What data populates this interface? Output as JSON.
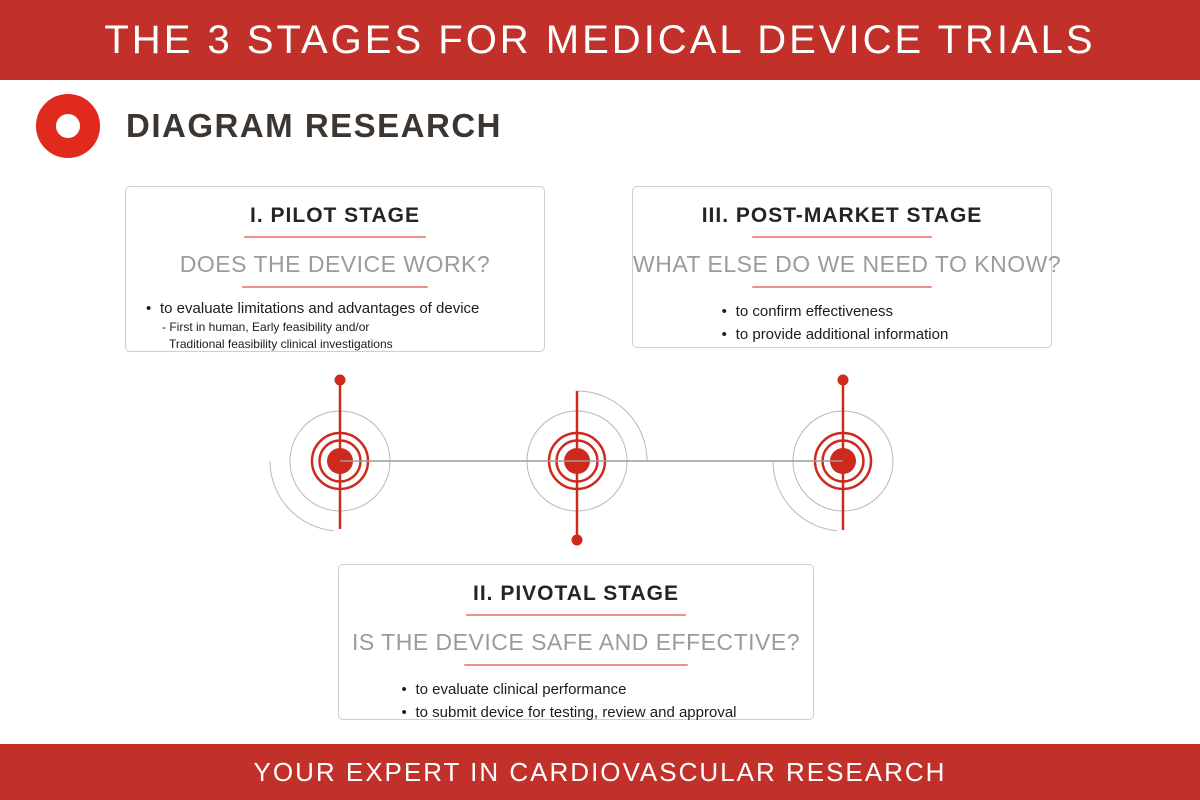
{
  "colors": {
    "banner-red": "#C23129",
    "brand-red": "#E02A1E",
    "target-red": "#CD2A1D",
    "underline-pink": "#EC9186",
    "title-ink": "#242424",
    "subtitle-gray": "#9B9B9B",
    "logo-ink": "#3C3530",
    "line-gray": "#9A9A9A",
    "circle-gray": "#B8B8B8",
    "card-border": "#CFCFCF",
    "body-ink": "#1C1C1C"
  },
  "header": {
    "title": "THE 3 STAGES FOR MEDICAL DEVICE TRIALS"
  },
  "logo": {
    "name": "DIAGRAM RESEARCH",
    "icon": "red-donut-circle"
  },
  "stages": [
    {
      "numeral": "I",
      "title": "I. PILOT STAGE",
      "question": "DOES THE DEVICE WORK?",
      "bullets": [
        {
          "text": "to evaluate limitations and advantages of device",
          "subitems": [
            "- First in human, Early feasibility and/or",
            "Traditional feasibility clinical investigations"
          ]
        }
      ]
    },
    {
      "numeral": "II",
      "title": "II. PIVOTAL STAGE",
      "question": "IS THE DEVICE SAFE AND EFFECTIVE?",
      "bullets": [
        {
          "text": "to evaluate clinical performance"
        },
        {
          "text": "to submit device for testing, review and approval"
        }
      ]
    },
    {
      "numeral": "III",
      "title": "III. POST-MARKET STAGE",
      "question": "WHAT ELSE DO WE NEED TO KNOW?",
      "bullets": [
        {
          "text": "to confirm effectiveness"
        },
        {
          "text": "to provide additional information"
        }
      ]
    }
  ],
  "timeline": {
    "icon": "target-icon",
    "marker_count": 3
  },
  "footer": {
    "tagline": "YOUR EXPERT IN CARDIOVASCULAR RESEARCH"
  }
}
